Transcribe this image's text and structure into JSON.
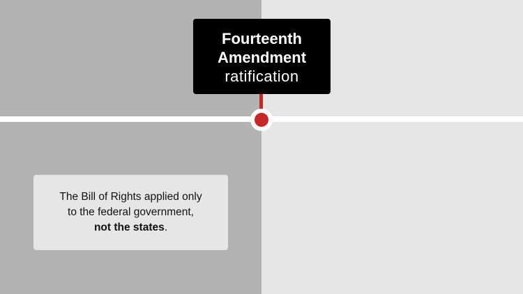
{
  "event_label": {
    "line1": "Fourteenth",
    "line2": "Amendment",
    "line3": "ratification"
  },
  "note": {
    "line1": "The Bill of Rights applied only",
    "line2": "to the federal government,",
    "emphasis": "not the states",
    "trailing": "."
  },
  "colors": {
    "left_panel": "#b3b3b3",
    "right_panel": "#e6e6e6",
    "timeline": "#ffffff",
    "marker": "#c62828",
    "label_background": "#000000",
    "note_background": "#e6e6e6"
  }
}
